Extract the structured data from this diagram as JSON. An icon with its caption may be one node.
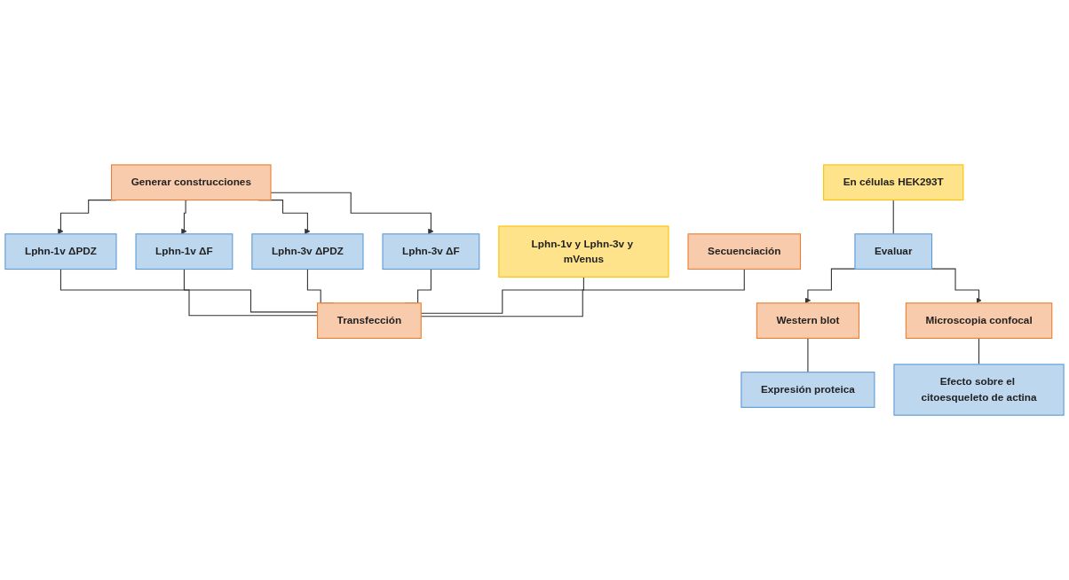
{
  "diagram": {
    "nodes": [
      {
        "text": [
          "Generar construcciones"
        ]
      },
      {
        "text": [
          "Lphn-1v ΔPDZ"
        ]
      },
      {
        "text": [
          "Lphn-1v ΔF"
        ]
      },
      {
        "text": [
          "Lphn-3v ΔPDZ"
        ]
      },
      {
        "text": [
          "Lphn-3v ΔF"
        ]
      },
      {
        "text": [
          "Lphn-1v y Lphn-3v y mVenus"
        ]
      },
      {
        "text": [
          "Secuenciación"
        ]
      },
      {
        "text": [
          "Transfección"
        ]
      },
      {
        "text": [
          "En células HEK293T"
        ]
      },
      {
        "text": [
          "Evaluar"
        ]
      },
      {
        "text": [
          "Western blot"
        ]
      },
      {
        "text": [
          "Microscopia confocal"
        ]
      },
      {
        "text": [
          "Expresión proteica"
        ]
      },
      {
        "text": [
          "Efecto sobre el citoesqueleto de actina"
        ]
      }
    ],
    "edges": [
      {
        "from": 0,
        "to": 1,
        "arrow": "to"
      },
      {
        "from": 0,
        "to": 2,
        "arrow": "to"
      },
      {
        "from": 0,
        "to": 3,
        "arrow": "to"
      },
      {
        "from": 0,
        "to": 4,
        "arrow": "to"
      },
      {
        "from": 1,
        "to": 7,
        "arrow": "none"
      },
      {
        "from": 2,
        "to": 7,
        "arrow": "none"
      },
      {
        "from": 3,
        "to": 7,
        "arrow": "none"
      },
      {
        "from": 4,
        "to": 7,
        "arrow": "none"
      },
      {
        "from": 5,
        "to": 7,
        "arrow": "none"
      },
      {
        "from": 6,
        "to": 7,
        "arrow": "none"
      },
      {
        "from": 8,
        "to": 9,
        "arrow": "none"
      },
      {
        "from": 9,
        "to": 10,
        "arrow": "to"
      },
      {
        "from": 9,
        "to": 11,
        "arrow": "to"
      },
      {
        "from": 10,
        "to": 12,
        "arrow": "none"
      },
      {
        "from": 11,
        "to": 13,
        "arrow": "none"
      }
    ]
  }
}
